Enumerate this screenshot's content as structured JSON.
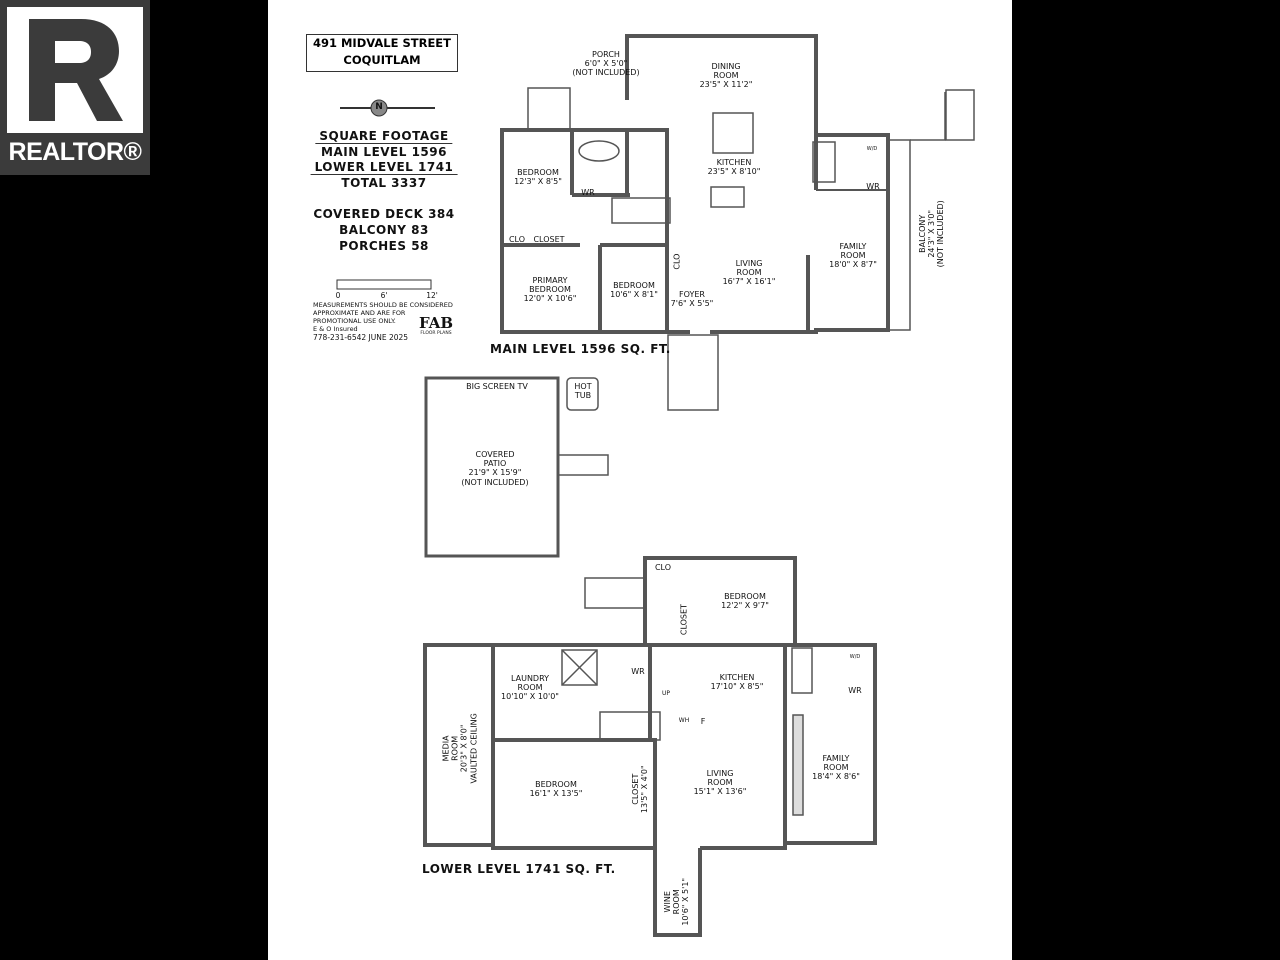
{
  "logo": {
    "text": "REALTOR®",
    "mark": "R"
  },
  "address": {
    "line1": "491 MIDVALE STREET",
    "line2": "COQUITLAM"
  },
  "compass": {
    "icon": "north-arrow-icon",
    "letter": "N"
  },
  "square_footage": {
    "heading": "SQUARE FOOTAGE",
    "main": "MAIN LEVEL 1596",
    "lower": "LOWER LEVEL 1741",
    "total": "TOTAL 3337"
  },
  "extras": {
    "deck": "COVERED DECK 384",
    "balcony": "BALCONY 83",
    "porches": "PORCHES 58"
  },
  "scale": {
    "labels": [
      "0",
      "6'",
      "12'"
    ]
  },
  "disclaimer": {
    "line1": "MEASUREMENTS SHOULD BE CONSIDERED",
    "line2": "APPROXIMATE AND ARE FOR",
    "line3": "PROMOTIONAL USE ONLY.",
    "line4": "E & O Insured",
    "line5": "778-231-6542  JUNE 2025"
  },
  "brand": {
    "name": "FAB",
    "sub": "FLOOR PLANS"
  },
  "main_level": {
    "title": "MAIN LEVEL 1596 SQ. FT.",
    "rooms": {
      "porch": {
        "name": "PORCH",
        "dim": "6'0\" X 5'0\"",
        "note": "(NOT INCLUDED)"
      },
      "dining": {
        "name1": "DINING",
        "name2": "ROOM",
        "dim": "23'5\" X 11'2\""
      },
      "kitchen": {
        "name": "KITCHEN",
        "dim": "23'5\" X 8'10\""
      },
      "bedroom1": {
        "name": "BEDROOM",
        "dim": "12'3\" X 8'5\""
      },
      "primary": {
        "name1": "PRIMARY",
        "name2": "BEDROOM",
        "dim": "12'0\" X 10'6\""
      },
      "bedroom2": {
        "name": "BEDROOM",
        "dim": "10'6\" X 8'1\""
      },
      "foyer": {
        "name": "FOYER",
        "dim": "7'6\" X 5'5\""
      },
      "living": {
        "name1": "LIVING",
        "name2": "ROOM",
        "dim": "16'7\" X 16'1\""
      },
      "family": {
        "name1": "FAMILY",
        "name2": "ROOM",
        "dim": "18'0\" X 8'7\""
      },
      "balcony": {
        "name": "BALCONY",
        "dim": "24'3\" X 3'0\"",
        "note": "(NOT INCLUDED)"
      },
      "clo": "CLO",
      "closet": "CLOSET",
      "clo2": "CLO",
      "wr1": "WR",
      "wr2": "WR",
      "wd": "W/D"
    }
  },
  "patio": {
    "tv": "BIG SCREEN TV",
    "hot_tub1": "HOT",
    "hot_tub2": "TUB",
    "name1": "COVERED",
    "name2": "PATIO",
    "dim": "21'9\" X 15'9\"",
    "note": "(NOT INCLUDED)"
  },
  "lower_level": {
    "title": "LOWER LEVEL 1741 SQ. FT.",
    "rooms": {
      "bedroom_top": {
        "name": "BEDROOM",
        "dim": "12'2\" X 9'7\""
      },
      "laundry": {
        "name1": "LAUNDRY",
        "name2": "ROOM",
        "dim": "10'10\" X 10'0\""
      },
      "kitchen": {
        "name": "KITCHEN",
        "dim": "17'10\" X 8'5\""
      },
      "media": {
        "name1": "MEDIA",
        "name2": "ROOM",
        "dim": "20'3\" X 8'0\"",
        "note": "VAULTED CEILING"
      },
      "bedroom": {
        "name": "BEDROOM",
        "dim": "16'1\" X 13'5\""
      },
      "closet": {
        "name": "CLOSET",
        "dim": "13'5\" X 4'0\""
      },
      "living": {
        "name1": "LIVING",
        "name2": "ROOM",
        "dim": "15'1\" X 13'6\""
      },
      "family": {
        "name1": "FAMILY",
        "name2": "ROOM",
        "dim": "18'4\" X 8'6\""
      },
      "wine": {
        "name1": "WINE",
        "name2": "ROOM",
        "dim": "10'6\" X 5'1\""
      },
      "clo": "CLO",
      "closet_top": "CLOSET",
      "wr1": "WR",
      "wr2": "WR",
      "up": "UP",
      "wh": "WH",
      "f": "F",
      "wd": "W/D"
    }
  }
}
